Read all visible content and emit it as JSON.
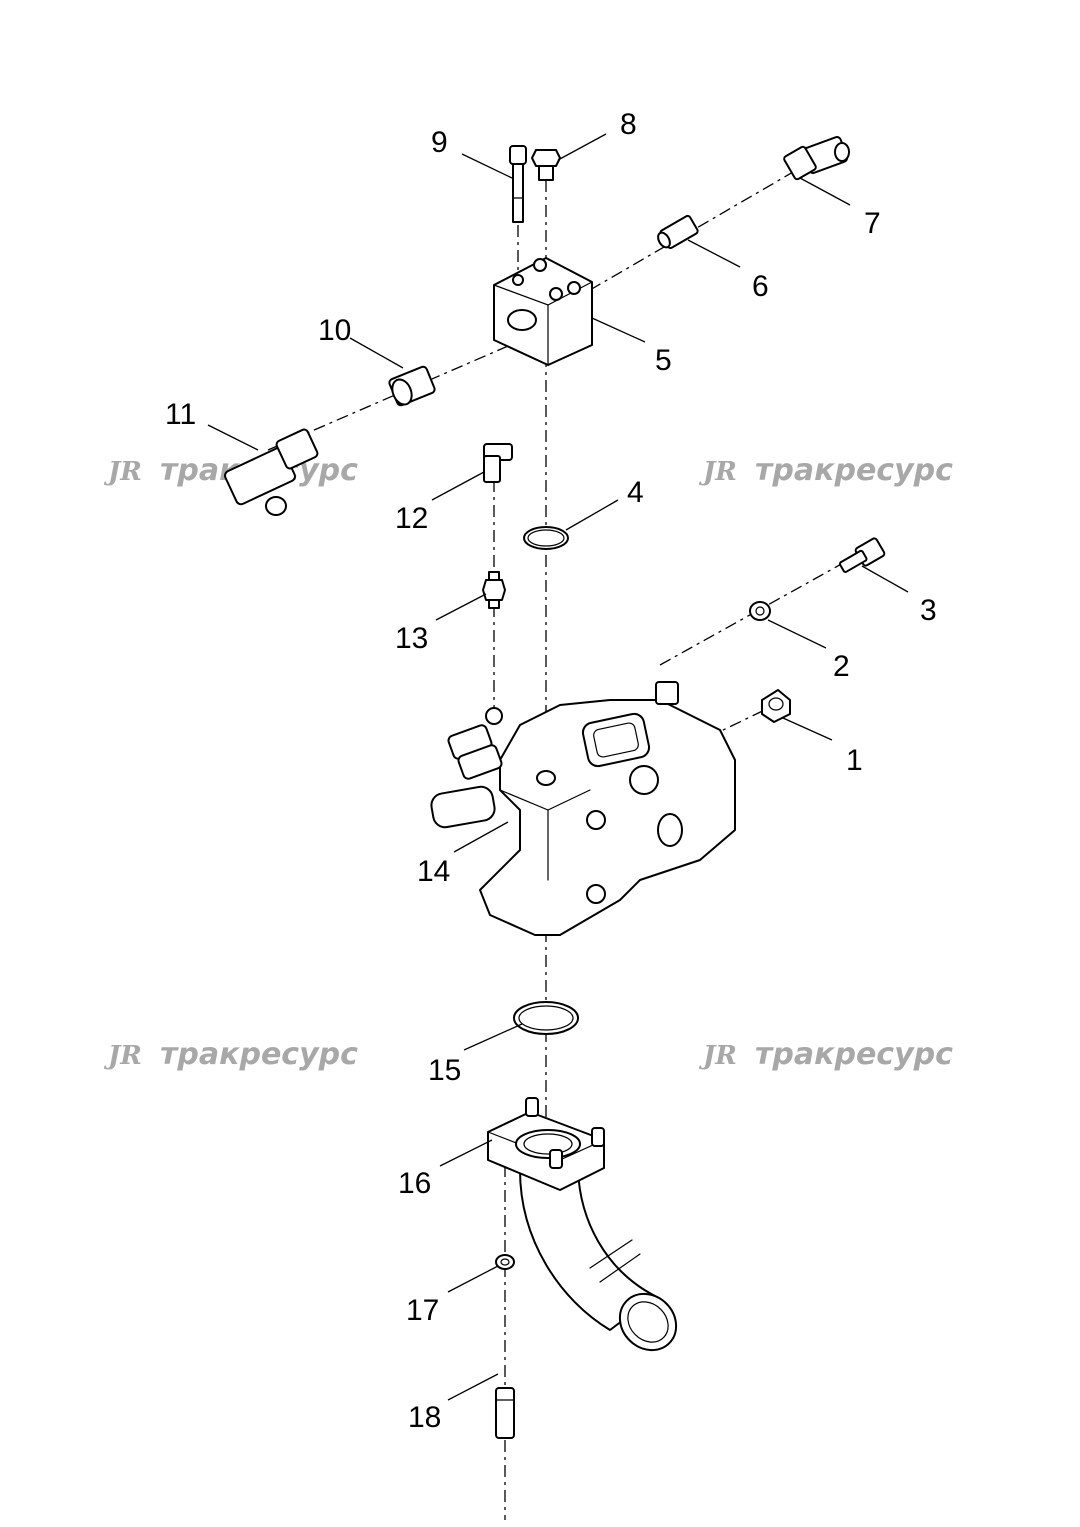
{
  "watermark": {
    "logo": "JR",
    "text": "тракресурс"
  },
  "callouts": [
    "1",
    "2",
    "3",
    "4",
    "5",
    "6",
    "7",
    "8",
    "9",
    "10",
    "11",
    "12",
    "13",
    "14",
    "15",
    "16",
    "17",
    "18"
  ]
}
